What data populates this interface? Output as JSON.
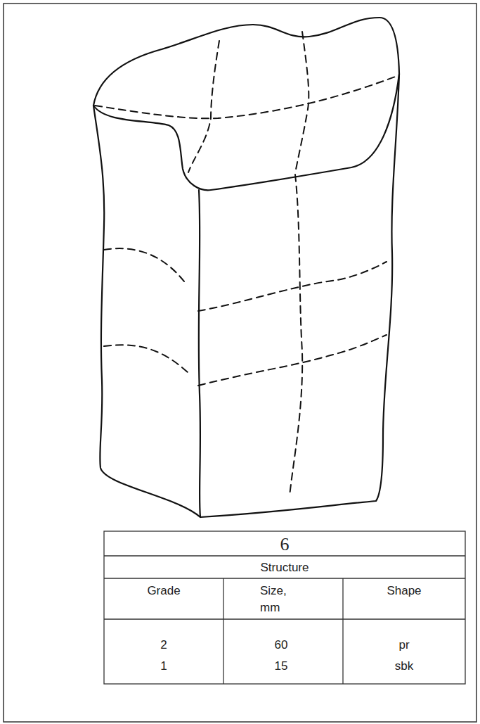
{
  "diagram": {
    "labels": [
      "6",
      "Structure",
      "Grade",
      "Size, mm",
      "Shape",
      "2",
      "60",
      "pr",
      "1",
      "15",
      "sbk"
    ]
  }
}
